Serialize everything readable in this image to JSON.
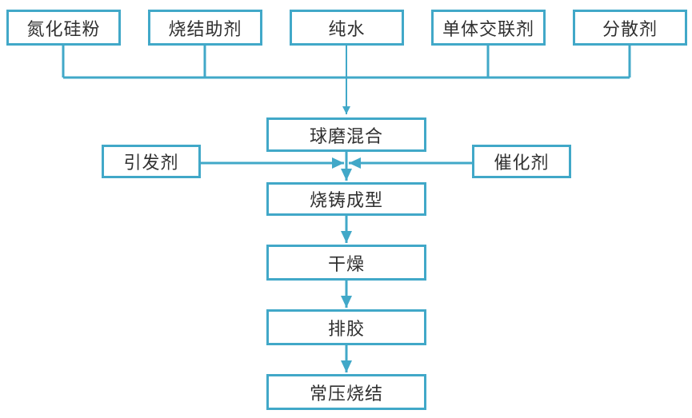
{
  "flow": {
    "inputs": [
      {
        "id": "silicon-nitride-powder",
        "label": "氮化硅粉"
      },
      {
        "id": "sintering-aid",
        "label": "烧结助剂"
      },
      {
        "id": "pure-water",
        "label": "纯水"
      },
      {
        "id": "monomer-crosslinker",
        "label": "单体交联剂"
      },
      {
        "id": "dispersant",
        "label": "分散剂"
      }
    ],
    "additives": {
      "left": {
        "id": "initiator",
        "label": "引发剂"
      },
      "right": {
        "id": "catalyst",
        "label": "催化剂"
      }
    },
    "steps": [
      {
        "id": "ball-mill-mixing",
        "label": "球磨混合"
      },
      {
        "id": "cast-molding",
        "label": "烧铸成型"
      },
      {
        "id": "drying",
        "label": "干燥"
      },
      {
        "id": "debinding",
        "label": "排胶"
      },
      {
        "id": "pressureless-sintering",
        "label": "常压烧结"
      }
    ]
  },
  "colors": {
    "accent": "#41A8C8",
    "text": "#303030",
    "background": "#FFFFFF"
  }
}
